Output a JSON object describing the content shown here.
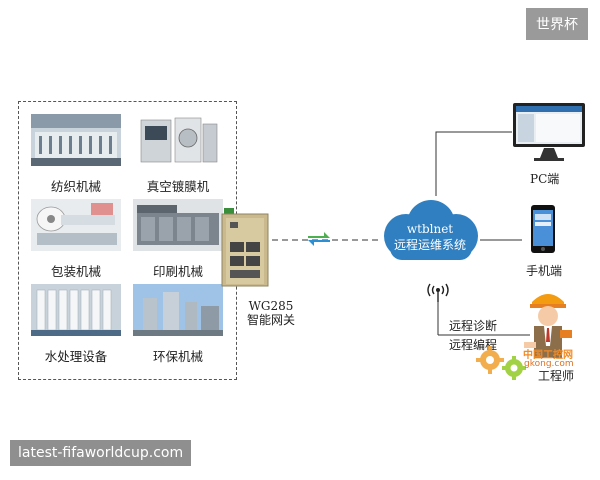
{
  "badge": "世界杯",
  "footer": "latest-fifaworldcup.com",
  "machines": [
    {
      "label": "纺织机械"
    },
    {
      "label": "真空镀膜机"
    },
    {
      "label": "包装机械"
    },
    {
      "label": "印刷机械"
    },
    {
      "label": "水处理设备"
    },
    {
      "label": "环保机械"
    }
  ],
  "gateway": {
    "model": "WG285",
    "name": "智能网关"
  },
  "cloud": {
    "line1": "wtblnet",
    "line2": "远程运维系统"
  },
  "pc": {
    "label": "PC端"
  },
  "phone": {
    "label": "手机端"
  },
  "remote": {
    "diag": "远程诊断",
    "prog": "远程编程"
  },
  "engineer": {
    "label": "工程师",
    "watermark": "中国工控网",
    "site": "gkong.com"
  }
}
